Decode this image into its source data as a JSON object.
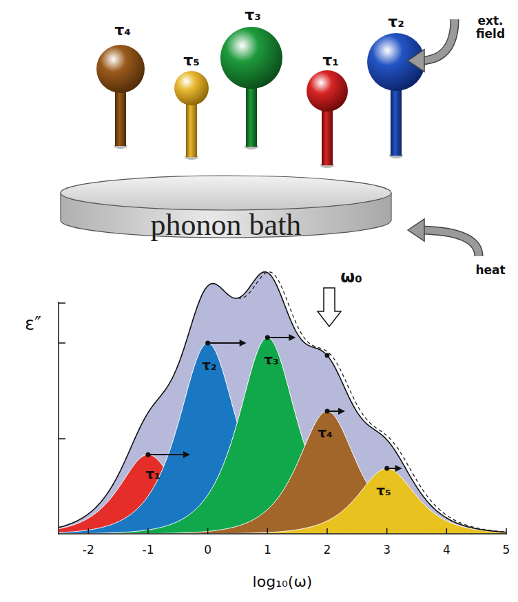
{
  "diagram": {
    "nodes": [
      {
        "text": [
          "phonon bath"
        ]
      }
    ],
    "labels": [
      "τ₄",
      "τ₅",
      "τ₃",
      "τ₁",
      "τ₂",
      "ext. field",
      "heat",
      "ε″",
      "ω₀",
      "τ₁",
      "τ₂",
      "τ₃",
      "τ₄",
      "τ₅",
      "-2",
      "-1",
      "0",
      "1",
      "2",
      "3",
      "4",
      "5",
      "log₁₀(ω)"
    ]
  }
}
